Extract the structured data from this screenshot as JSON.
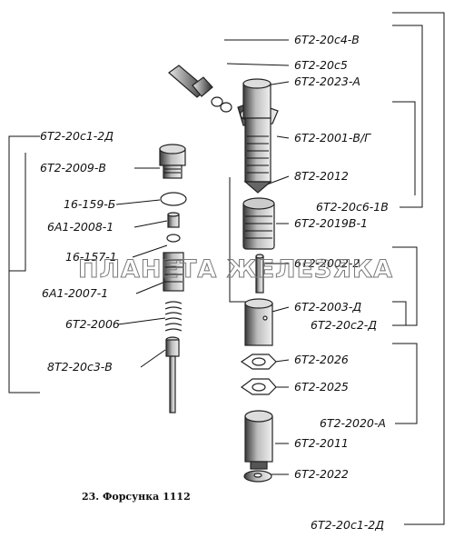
{
  "caption": "23. Форсунка 1112",
  "watermark": "ПЛАНЕТА ЖЕЛЕЗЯКА",
  "labels": {
    "l_6t2_20c4_v": "6Т2-20с4-В",
    "l_6t2_20c5": "6Т2-20с5",
    "l_6t2_2023_a": "6Т2-2023-А",
    "l_6t2_2001_vg": "6Т2-2001-В/Г",
    "l_8t2_2012": "8Т2-2012",
    "l_6t2_20c6_1v": "6Т2-20с6-1В",
    "l_6t2_2019v_1": "6Т2-2019В-1",
    "l_6t2_2002_2": "6Т2-2002-2",
    "l_6t2_2003_d": "6Т2-2003-Д",
    "l_6t2_20c2_d": "6Т2-20с2-Д",
    "l_6t2_2026": "6Т2-2026",
    "l_6t2_2025": "6Т2-2025",
    "l_6t2_2020_a": "6Т2-2020-А",
    "l_6t2_2011": "6Т2-2011",
    "l_6t2_2022": "6Т2-2022",
    "l_6t2_20c1_2d_bottom": "6Т2-20с1-2Д",
    "l_6t2_20c1_2d_left": "6Т2-20с1-2Д",
    "l_6t2_2009_v": "6Т2-2009-В",
    "l_16_159_b": "16-159-Б",
    "l_6a1_2008_1": "6А1-2008-1",
    "l_16_157_1": "16-157-1",
    "l_6a1_2007_1": "6А1-2007-1",
    "l_6t2_2006": "6Т2-2006",
    "l_8t2_20c3_v": "8Т2-20с3-В"
  }
}
